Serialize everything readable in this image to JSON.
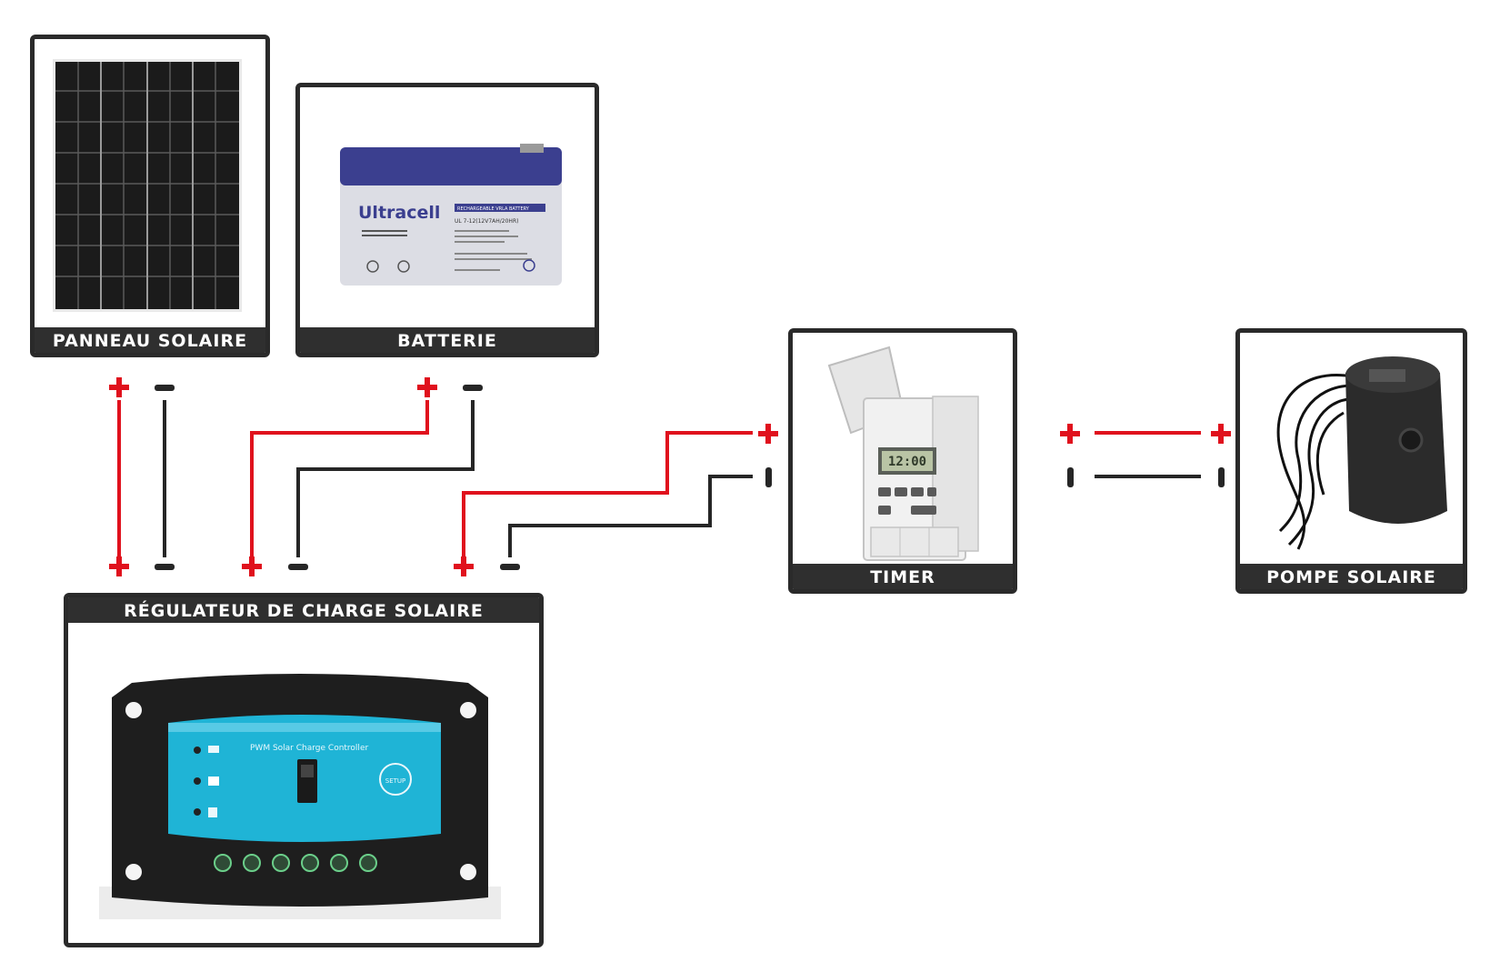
{
  "components": {
    "panel": {
      "label": "PANNEAU SOLAIRE",
      "icon": "solar-panel-icon"
    },
    "battery": {
      "label": "BATTERIE",
      "icon": "battery-icon",
      "brand": "Ultracell",
      "model": "UL 7-12(12V7AH/20HR)",
      "tag": "RECHARGEABLE VRLA BATTERY"
    },
    "regulator": {
      "label": "RÉGULATEUR DE CHARGE SOLAIRE",
      "icon": "charge-controller-icon",
      "screen_text": "PWM Solar Charge Controller",
      "button": "SETUP"
    },
    "timer": {
      "label": "TIMER",
      "icon": "timer-icon",
      "display": "12:00"
    },
    "pump": {
      "label": "POMPE SOLAIRE",
      "icon": "pump-icon"
    }
  },
  "colors": {
    "positive": "#e0111d",
    "negative": "#262626",
    "frame": "#2a2a2a",
    "controller_accent": "#1fb4d6"
  }
}
